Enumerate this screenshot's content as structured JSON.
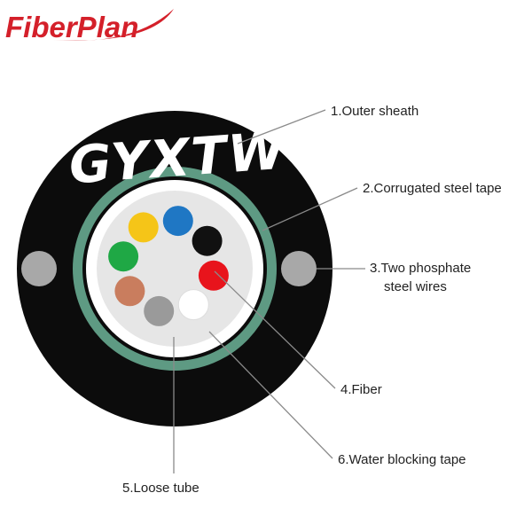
{
  "brand": {
    "name": "FiberPlan"
  },
  "cable": {
    "model": "GYXTW",
    "colors": {
      "sheath": "#0c0c0c",
      "steel_tape": "#5e9a83",
      "water_blocking": "#ffffff",
      "tube_fill": "#e6e6e6",
      "strength_wire": "#a8a8a8"
    },
    "fibers": [
      {
        "name": "blue",
        "color": "#1f77c4"
      },
      {
        "name": "black",
        "color": "#111111"
      },
      {
        "name": "red",
        "color": "#e8141c"
      },
      {
        "name": "white",
        "color": "#ffffff"
      },
      {
        "name": "gray",
        "color": "#9a9a9a"
      },
      {
        "name": "brown",
        "color": "#c97d5e"
      },
      {
        "name": "green",
        "color": "#1fa845"
      },
      {
        "name": "yellow",
        "color": "#f5c518"
      }
    ]
  },
  "labels": {
    "outer_sheath": "1.Outer sheath",
    "steel_tape": "2.Corrugated steel tape",
    "wires_line1": "3.Two phosphate",
    "wires_line2": "steel wires",
    "fiber": "4.Fiber",
    "water_blocking": "6.Water blocking tape",
    "loose_tube": "5.Loose tube"
  }
}
